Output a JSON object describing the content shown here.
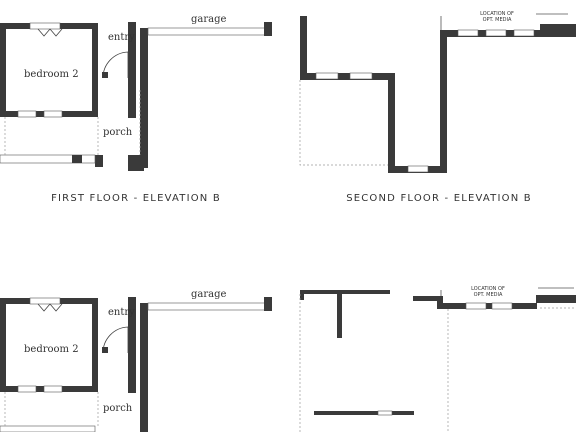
{
  "first_floor": {
    "caption": "FIRST FLOOR - ELEVATION B",
    "rooms": {
      "bedroom": "bedroom 2",
      "entry": "entry",
      "porch": "porch",
      "garage": "garage"
    }
  },
  "second_floor": {
    "caption": "SECOND FLOOR - ELEVATION B",
    "note_line1": "LOCATION OF",
    "note_line2": "OPT. MEDIA"
  },
  "lower_first_floor": {
    "rooms": {
      "bedroom": "bedroom 2",
      "entry": "entry",
      "porch": "porch",
      "garage": "garage"
    }
  },
  "lower_second_floor": {
    "note_line1": "LOCATION OF",
    "note_line2": "OPT. MEDIA"
  }
}
